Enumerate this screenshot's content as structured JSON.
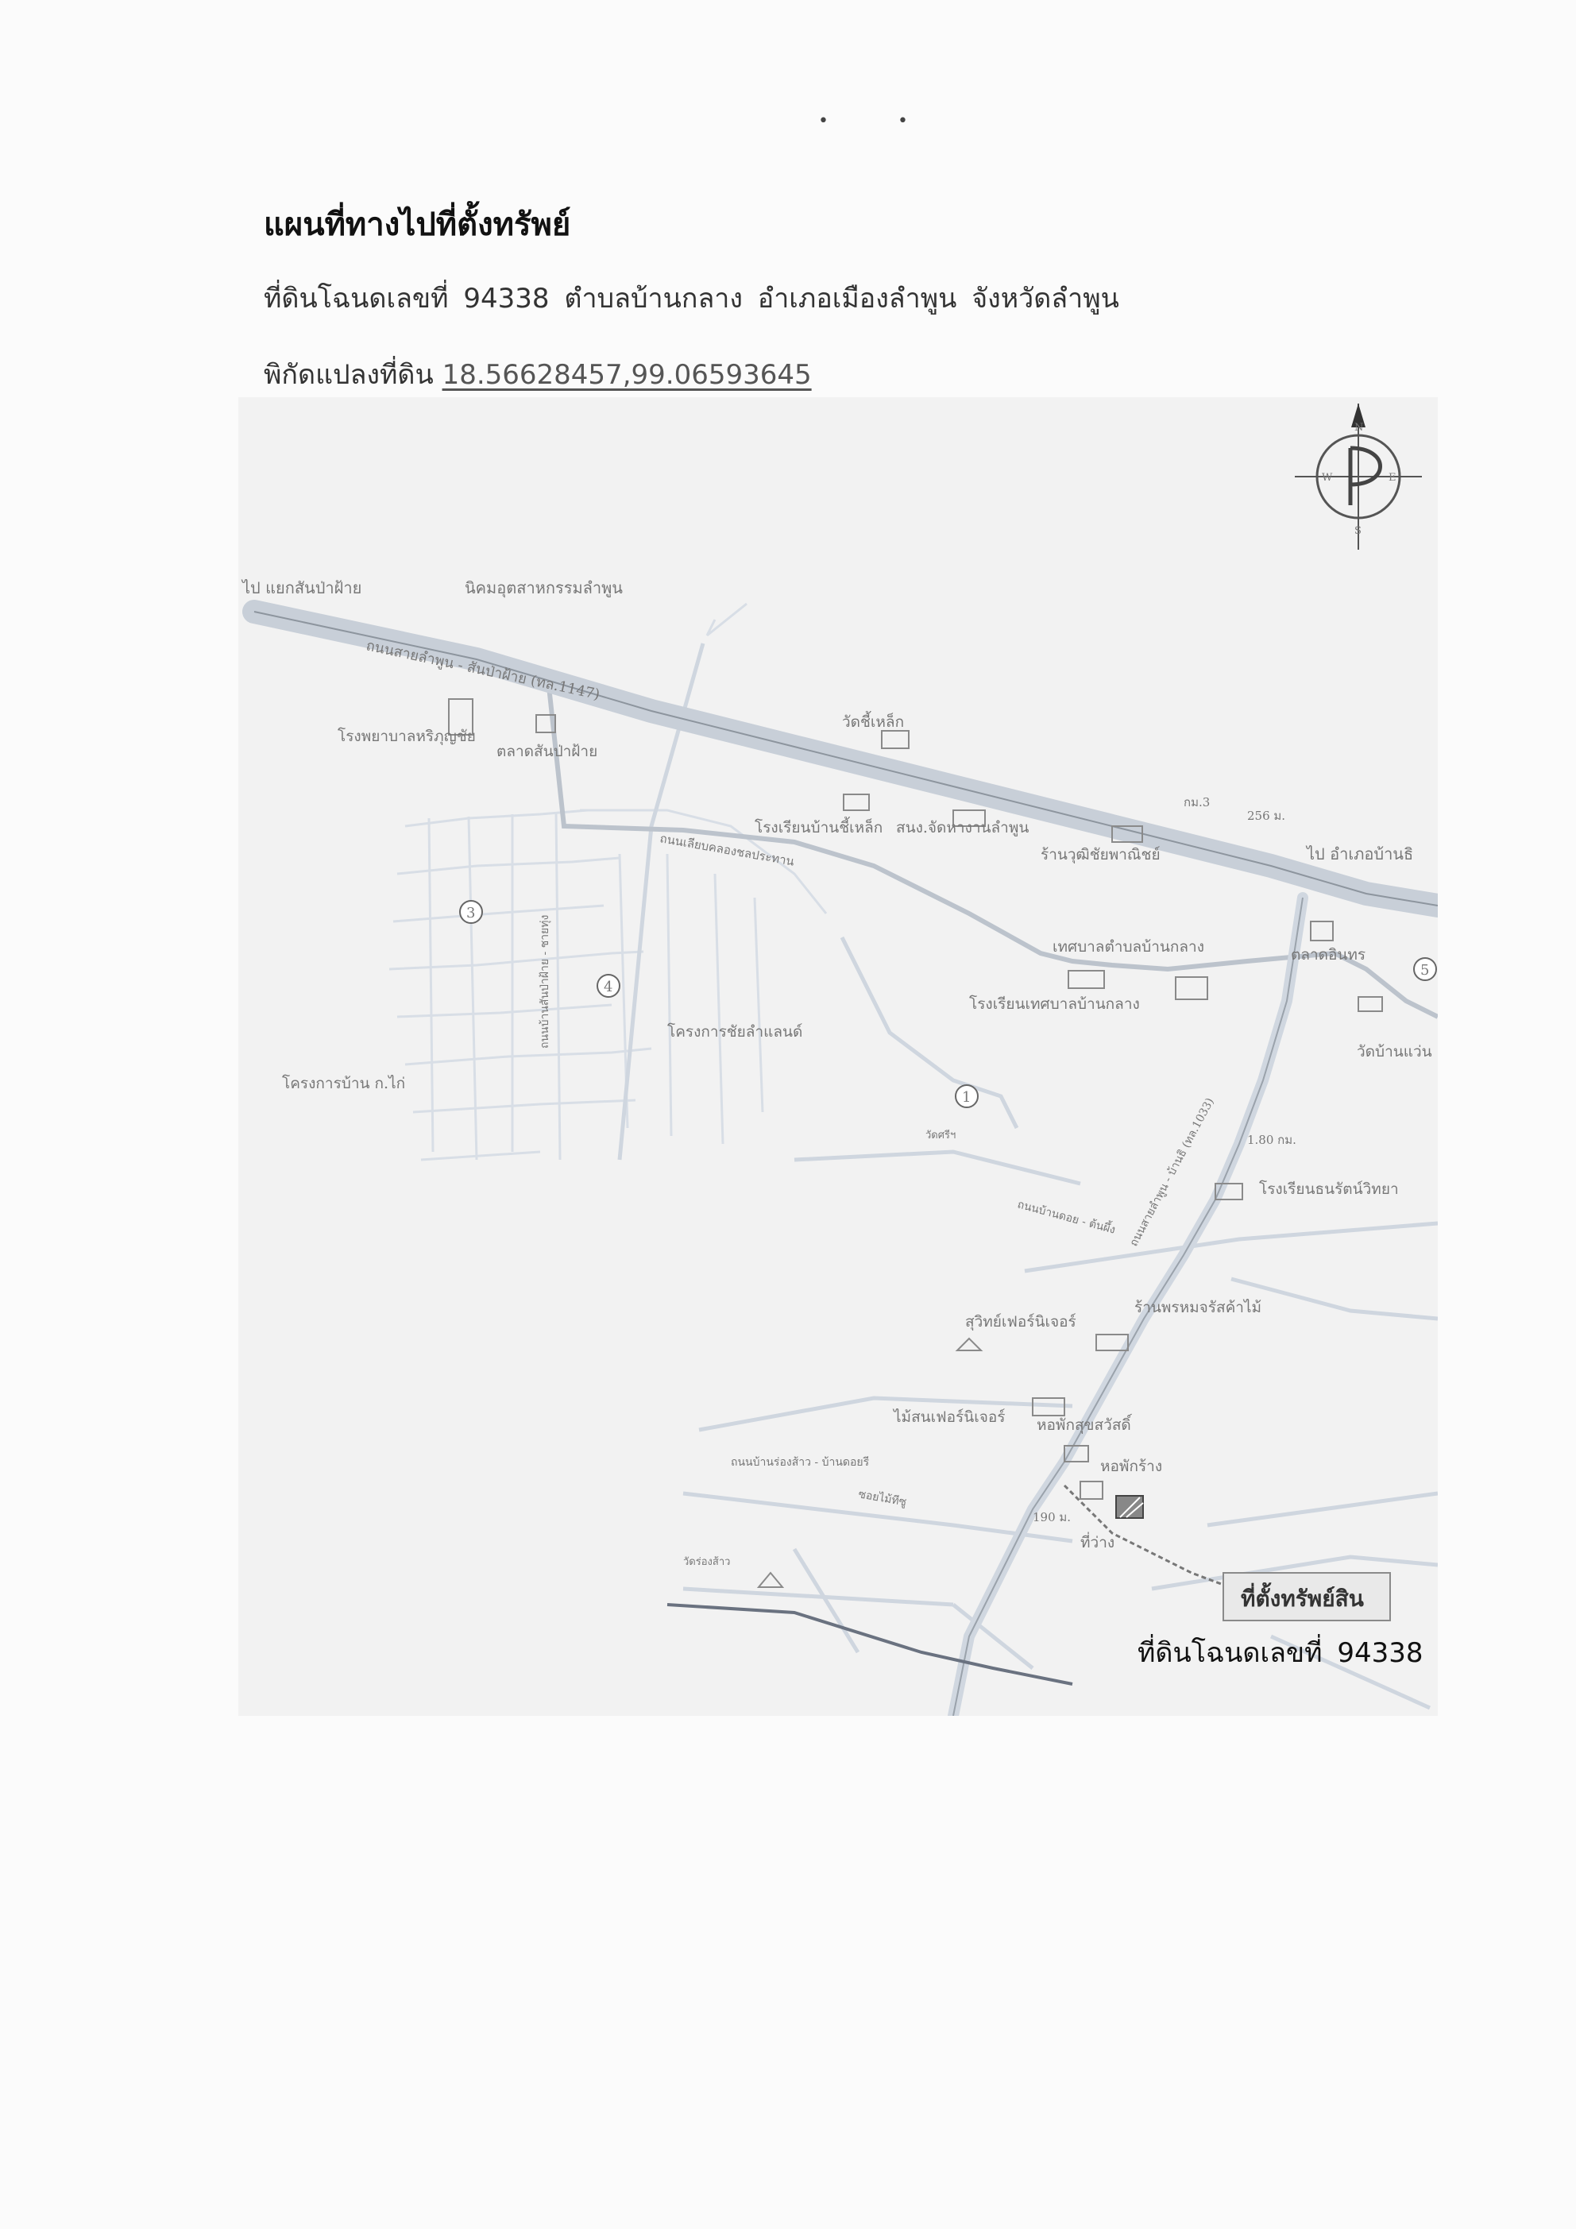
{
  "header": {
    "page_mark": "• •",
    "title": "แผนที่ทางไปที่ตั้งทรัพย์",
    "land_info": "ที่ดินโฉนดเลขที่ 94338 ตำบลบ้านกลาง อำเภอเมืองลำพูน จังหวัดลำพูน",
    "coord_label": "พิกัดแปลงที่ดิน",
    "coord_value": "18.56628457,99.06593645"
  },
  "compass": {
    "n": "N",
    "s": "S",
    "e": "E",
    "w": "W"
  },
  "map": {
    "labels": {
      "to_saraphi": "ไป แยกสันป่าฝ้าย",
      "industrial_estate": "นิคมอุตสาหกรรมลำพูน",
      "highway": "ถนนสายลำพูน - สันป่าฝ้าย (ทล.1147)",
      "hospital": "โรงพยาบาลหริภุญชัย",
      "market_sanpafai": "ตลาดสันป่าฝ้าย",
      "wat_chi_lek": "วัดชี้เหล็ก",
      "school_chi_lek": "โรงเรียนบ้านชี้เหล็ก",
      "labor_office": "สนง.จัดหางานลำพูน",
      "shop_wutthi": "ร้านวุฒิชัยพาณิชย์",
      "to_amphoe": "ไป อำเภอบ้านธิ",
      "km_256": "256 ม.",
      "km_3": "กม.3",
      "road_chonlaprathan": "ถนนเลียบคลองชลประทาน",
      "bankhlang_municipality": "เทศบาลตำบลบ้านกลาง",
      "market_inthon": "ตลาดอินทร",
      "school_municipal": "โรงเรียนเทศบาลบ้านกลาง",
      "wat_ban_waen": "วัดบ้านแว่น",
      "project_chaiyaland": "โครงการชัยลำแลนด์",
      "project_ban_kokai": "โครงการบ้าน ก.ไก่",
      "road_lamphun_side": "ถนนบ้านสันป่าฝ้าย - ชายทุ่ง",
      "wat_si": "วัดศรีฯ",
      "road_doi": "ถนนบ้านดอย - ต้นผึ้ง",
      "km_180": "1.80 กม.",
      "school_thanarat": "โรงเรียนธนรัตน์วิทยา",
      "road_main": "ถนนสายลำพูน - บ้านธิ (ทล.1033)",
      "suwit_furniture": "สุวิทย์เฟอร์นิเจอร์",
      "shop_phrom": "ร้านพรหมจรัสค้าไม้",
      "maisen_furniture": "ไม้สนเฟอร์นิเจอร์",
      "dorm_suksawat": "หอพักสุขสวัสดิ์",
      "dorm_kwang": "หอพักร้าง",
      "road_bottom": "ถนนบ้านร่องส้าว - บ้านดอยรี",
      "soi_maesai": "ซอยไม้ทีซู",
      "km_190": "190 ม.",
      "vacant": "ที่ว่าง",
      "wat_rong": "วัดร่องส้าว",
      "property_label": "ที่ตั้งทรัพย์สิน",
      "marker_1": "1",
      "marker_3": "3",
      "marker_4": "4",
      "marker_5": "5"
    }
  },
  "deed_caption": "ที่ดินโฉนดเลขที่ 94338"
}
